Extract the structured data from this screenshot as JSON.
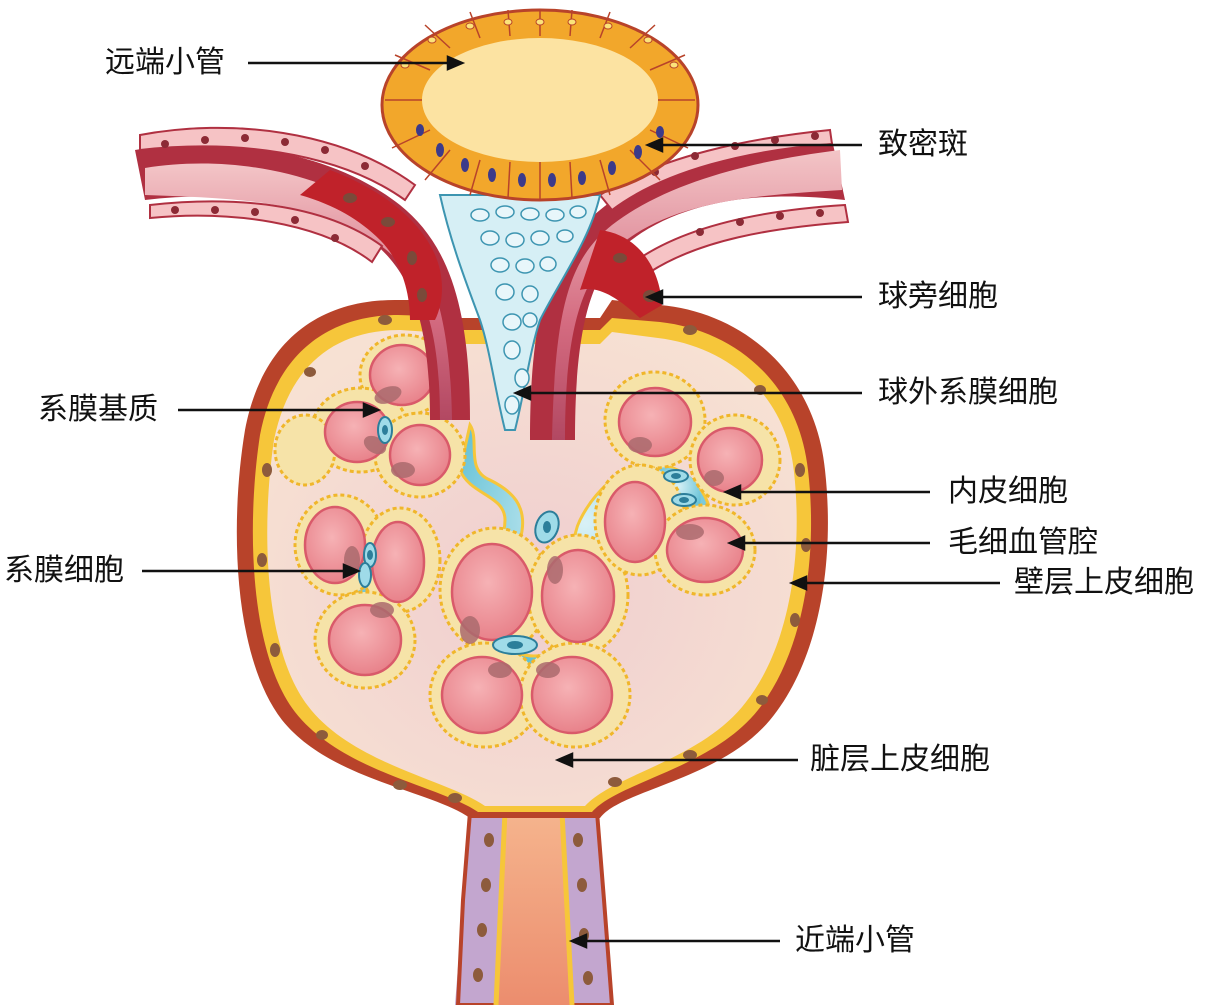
{
  "labels": {
    "distal_tubule": "远端小管",
    "macula_densa": "致密斑",
    "juxtaglomerular_cells": "球旁细胞",
    "mesangial_matrix": "系膜基质",
    "extraglomerular_mesangial_cells": "球外系膜细胞",
    "endothelial_cells": "内皮细胞",
    "capillary_lumen": "毛细血管腔",
    "mesangial_cells": "系膜细胞",
    "parietal_epithelial_cells": "壁层上皮细胞",
    "visceral_epithelial_cells": "脏层上皮细胞",
    "proximal_tubule": "近端小管"
  },
  "colors": {
    "capsule_outer": "#b8432a",
    "capsule_yellow": "#f6c63a",
    "urinary_space": "#f4d9cf",
    "podocyte": "#f6e3a8",
    "capillary": "#ee8c93",
    "mesangium": "#7ccbdc",
    "arteriole": "#c46277",
    "jg_cell": "#c0222a",
    "macula_densa": "#f2a72b",
    "tubule_lumen": "#fce3a2",
    "proximal_lumen": "#ef9273",
    "proximal_wall": "#c3a6cf",
    "leader": "#111111"
  }
}
